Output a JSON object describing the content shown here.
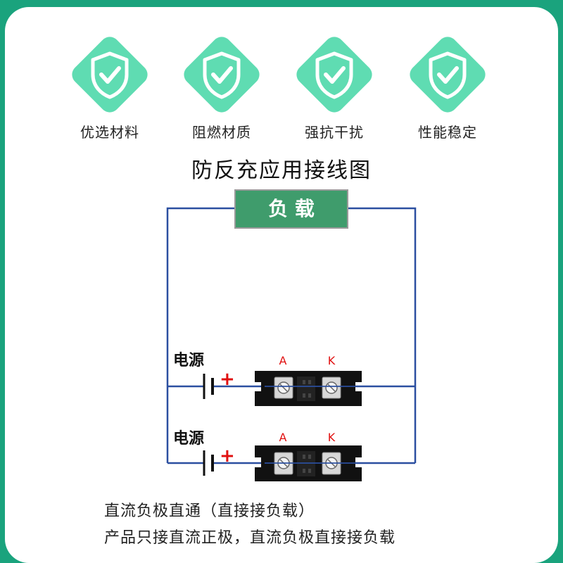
{
  "features": [
    {
      "label": "优选材料",
      "icon": "shield-check-icon"
    },
    {
      "label": "阻燃材质",
      "icon": "shield-check-icon"
    },
    {
      "label": "强抗干扰",
      "icon": "shield-check-icon"
    },
    {
      "label": "性能稳定",
      "icon": "shield-check-icon"
    }
  ],
  "diagram": {
    "title": "防反充应用接线图",
    "load_label": "负 载",
    "power_label": "电源",
    "plus_sign": "+",
    "terminal_a": "A",
    "terminal_k": "K"
  },
  "notes": {
    "line1": "直流负极直通（直接接负载）",
    "line2": "产品只接直流正极，直流负极直接接负载"
  },
  "colors": {
    "background": "#1aa37d",
    "badge": "#5fdcb2",
    "load_box": "#3f9c6c",
    "wire": "#2b4fa0",
    "plus": "#e01010",
    "terminal_label": "#e01010",
    "module": "#111111"
  }
}
